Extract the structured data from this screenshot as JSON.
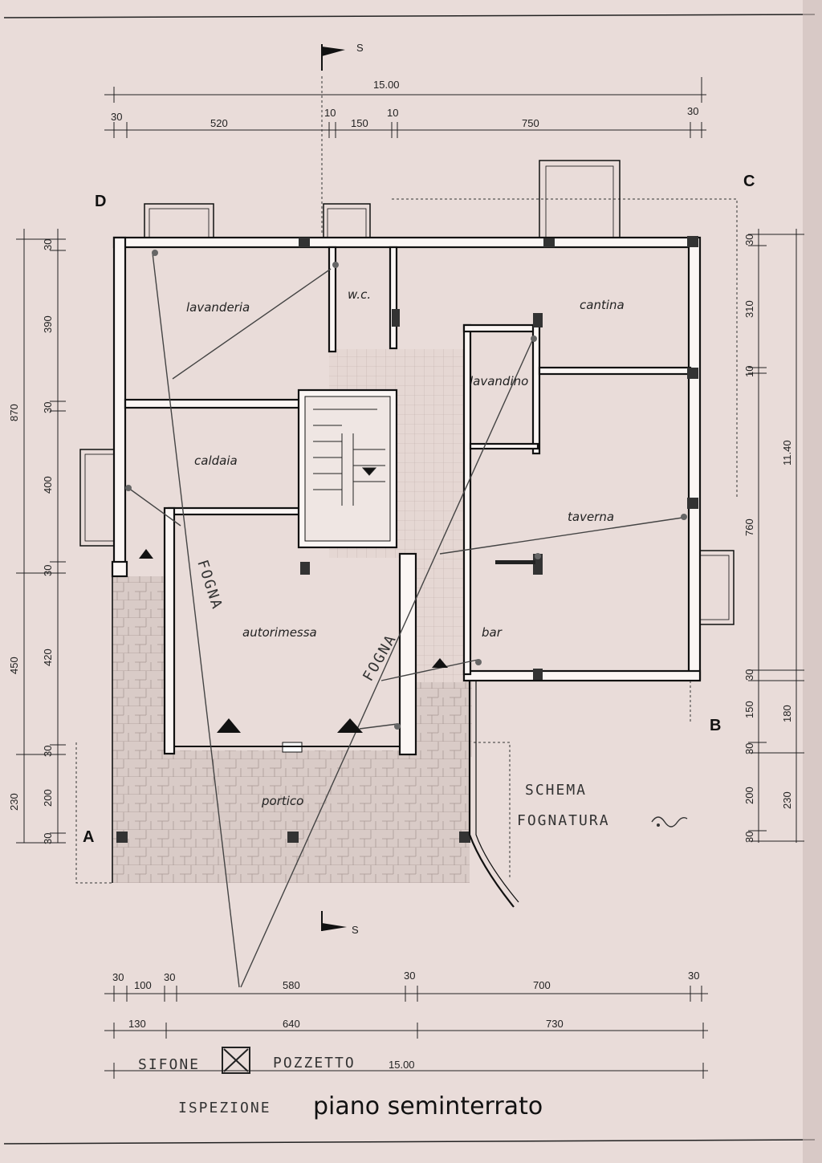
{
  "section_marker": "S",
  "dims_top": {
    "total": "15.00",
    "d1": "30",
    "d2": "520",
    "d3": "10",
    "d4": "150",
    "d5": "10",
    "d6": "750",
    "d7": "30"
  },
  "dims_left": {
    "total": "870",
    "a": "30",
    "b": "390",
    "c": "30",
    "d": "400",
    "e": "30",
    "f": "420",
    "g": "450",
    "h": "30",
    "i": "200",
    "j": "230",
    "k": "30"
  },
  "dims_right": {
    "a": "30",
    "b": "310",
    "c": "10",
    "d": "11.40",
    "e": "760",
    "f": "30",
    "g": "150",
    "h": "180",
    "i": "30",
    "j": "200",
    "k": "230",
    "l": "30"
  },
  "dims_bottom": {
    "a": "30",
    "b": "100",
    "c": "30",
    "d": "580",
    "e": "30",
    "f": "700",
    "g": "30",
    "h": "130",
    "i": "640",
    "j": "730",
    "total": "15.00"
  },
  "corners": {
    "a": "A",
    "b": "B",
    "c": "C",
    "d": "D"
  },
  "rooms": {
    "lavanderia": "lavanderia",
    "wc": "w.c.",
    "cantina": "cantina",
    "lavandino": "lavandino",
    "caldaia": "caldaia",
    "taverna": "taverna",
    "autorimessa": "autorimessa",
    "bar": "bar",
    "portico": "portico"
  },
  "annotations": {
    "fogna1": "FOGNA",
    "fogna2": "FOGNA",
    "schema_line1": "SCHEMA",
    "schema_line2": "FOGNATURA",
    "sifone": "SIFONE",
    "pozzetto": "POZZETTO",
    "ispezione": "ISPEZIONE",
    "title": "piano seminterrato"
  }
}
